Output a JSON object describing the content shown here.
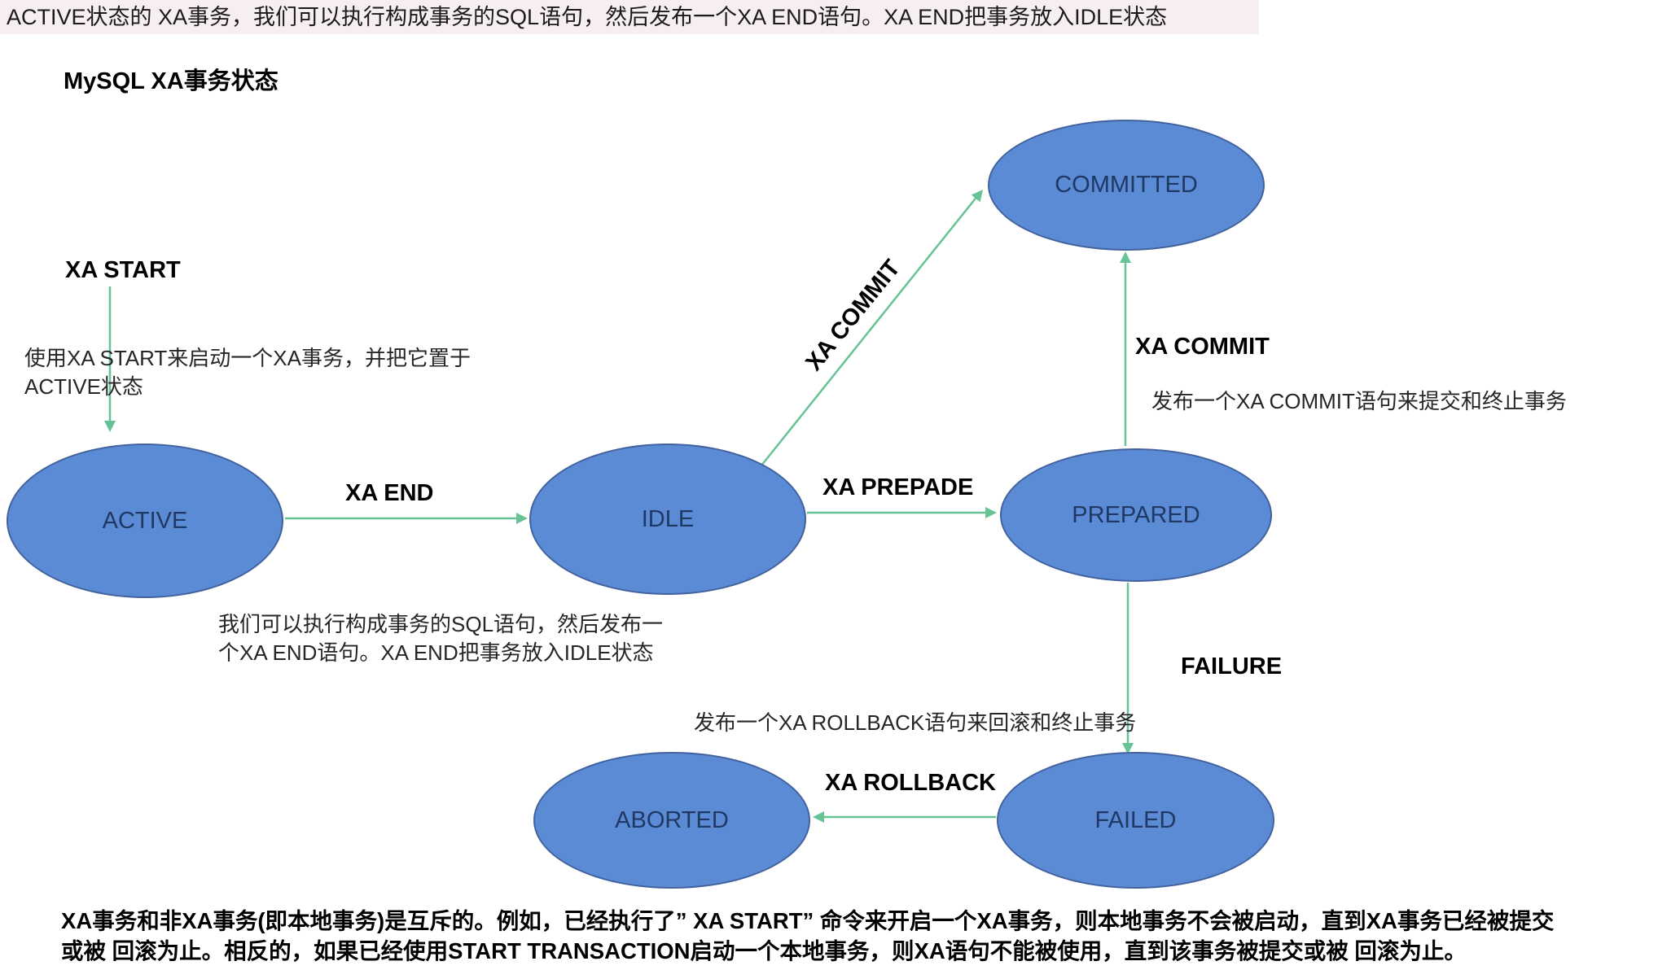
{
  "banner": {
    "text": "ACTIVE状态的 XA事务，我们可以执行构成事务的SQL语句，然后发布一个XA END语句。XA END把事务放入IDLE状态"
  },
  "title": "MySQL XA事务状态",
  "colors": {
    "node_fill": "#5b8bd5",
    "node_border": "#41629e",
    "node_text": "#1f3864",
    "arrow": "#67c295",
    "banner_bg": "#f7eef0",
    "text": "#262626"
  },
  "nodes": {
    "active": "ACTIVE",
    "idle": "IDLE",
    "prepared": "PREPARED",
    "committed": "COMMITTED",
    "aborted": "ABORTED",
    "failed": "FAILED"
  },
  "edge_labels": {
    "xa_start": "XA START",
    "xa_end": "XA END",
    "xa_prepade": "XA PREPADE",
    "xa_commit_diag": "XA COMMIT",
    "xa_commit_vert": "XA COMMIT",
    "failure": "FAILURE",
    "xa_rollback": "XA ROLLBACK"
  },
  "notes": {
    "start": "使用XA START来启动一个XA事务，并把它置于\nACTIVE状态",
    "idle": "我们可以执行构成事务的SQL语句，然后发布一\n个XA END语句。XA END把事务放入IDLE状态",
    "commit": "发布一个XA COMMIT语句来提交和终止事务",
    "rollback": "发布一个XA ROLLBACK语句来回滚和终止事务"
  },
  "footer": {
    "line1": "XA事务和非XA事务(即本地事务)是互斥的。例如，已经执行了” XA START” 命令来开启一个XA事务，则本地事务不会被启动，直到XA事务已经被提交",
    "line2": "或被 回滚为止。相反的，如果已经使用START TRANSACTION启动一个本地事务，则XA语句不能被使用，直到该事务被提交或被 回滚为止。"
  }
}
